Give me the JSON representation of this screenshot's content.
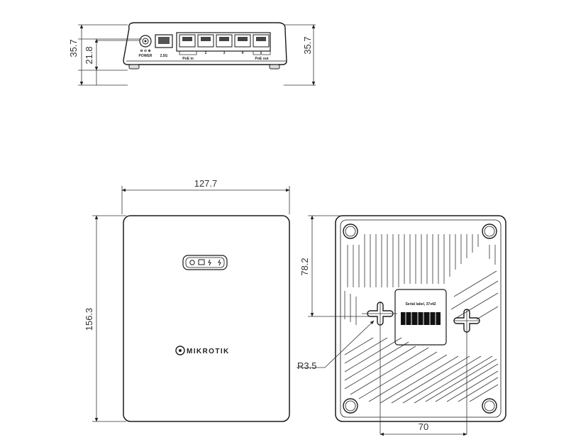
{
  "front_view": {
    "dim_height_total": "35.7",
    "dim_height_body": "21.8",
    "dim_height_right": "35.7",
    "port_labels": [
      "PoE in",
      "2",
      "3",
      "4",
      "5",
      "PoE out"
    ],
    "power_label": "POWER",
    "sfp_label": "2.5G"
  },
  "top_view": {
    "dim_width": "127.7",
    "dim_height": "156.3",
    "brand": "MIKROTIK"
  },
  "bottom_view": {
    "dim_hole_height": "78.2",
    "dim_radius": "R3.5",
    "dim_hole_spacing": "70",
    "serial_label": "Serial label, 37x42"
  }
}
